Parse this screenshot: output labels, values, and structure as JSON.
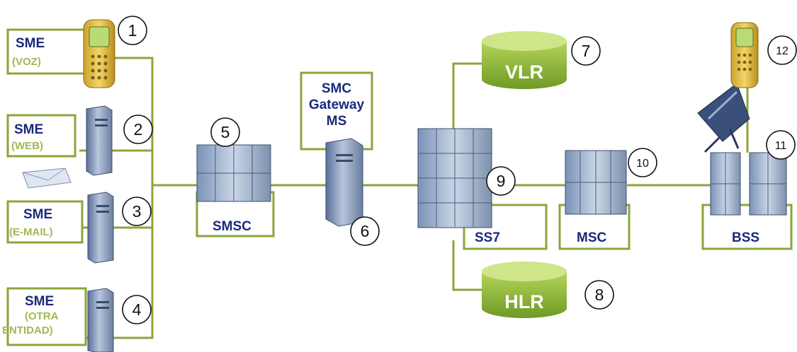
{
  "sme": [
    {
      "name": "SME",
      "sub": [
        "(VOZ)"
      ],
      "number": "1"
    },
    {
      "name": "SME",
      "sub": [
        "(WEB)"
      ],
      "number": "2"
    },
    {
      "name": "SME",
      "sub": [
        "(E-MAIL)"
      ],
      "number": "3"
    },
    {
      "name": "SME",
      "sub": [
        "(OTRA",
        "ENTIDAD)"
      ],
      "number": "4"
    }
  ],
  "smsc": {
    "label": "SMSC",
    "number": "5"
  },
  "gateway": {
    "lines": [
      "SMC",
      "Gateway",
      "MS"
    ],
    "number": "6"
  },
  "vlr": {
    "label": "VLR",
    "number": "7"
  },
  "hlr": {
    "label": "HLR",
    "number": "8"
  },
  "ss7": {
    "label": "SS7",
    "number": "9"
  },
  "msc": {
    "label": "MSC",
    "number": "10"
  },
  "bss": {
    "label": "BSS",
    "number": "11"
  },
  "mobile": {
    "number": "12"
  },
  "colors": {
    "line": "#8aa63a",
    "label": "#1a2a7a",
    "sublabel": "#a3b75a",
    "cylinder": "#8ab03a"
  }
}
